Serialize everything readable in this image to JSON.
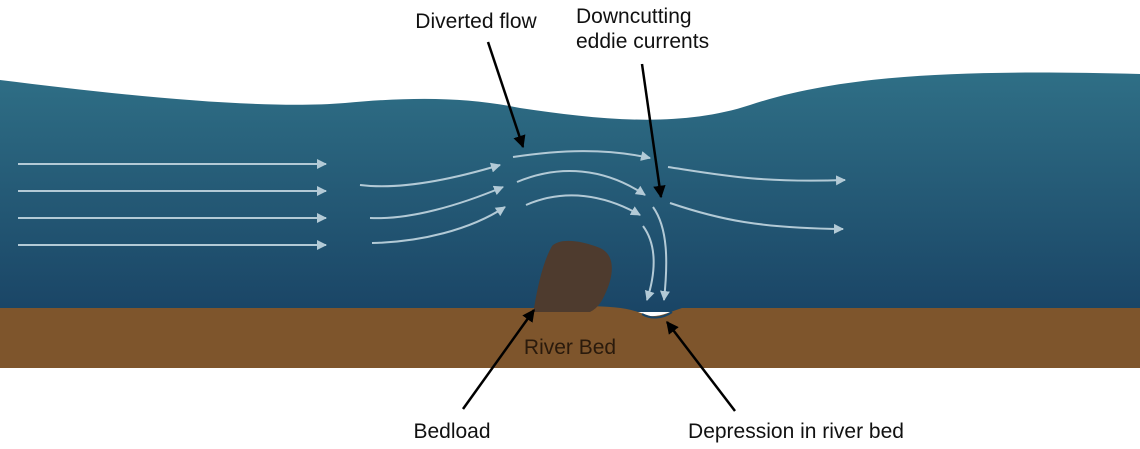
{
  "labels": {
    "diverted_flow": "Diverted flow",
    "downcutting_line1": "Downcutting",
    "downcutting_line2": "eddie currents",
    "river_bed": "River Bed",
    "bedload": "Bedload",
    "depression": "Depression in river bed"
  },
  "colors": {
    "water_top": "#2f6f86",
    "water_bottom": "#1a4566",
    "river_bed": "#7e552c",
    "bedload_rock": "#4e3b2e",
    "flow_arrow": "#b3cad6",
    "pointer_arrow": "#000000"
  }
}
